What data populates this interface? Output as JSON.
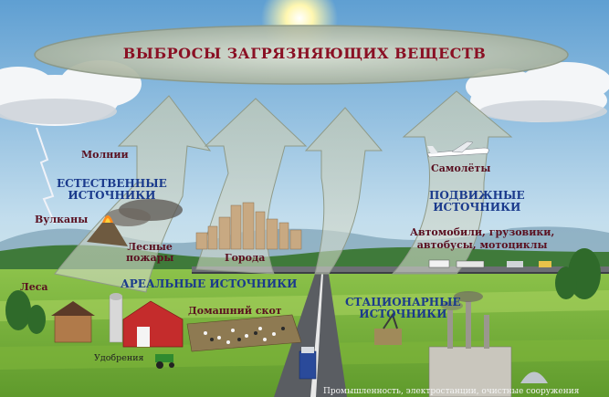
{
  "title": "ВЫБРОСЫ ЗАГРЯЗНЯЮЩИХ ВЕЩЕСТВ",
  "natural": {
    "heading_line1": "ЕСТЕСТВЕННЫЕ",
    "heading_line2": "ИСТОЧНИКИ",
    "lightning": "Молнии",
    "volcanoes": "Вулканы",
    "fires_line1": "Лесные",
    "fires_line2": "пожары",
    "forests": "Леса"
  },
  "areal": {
    "heading": "АРЕАЛЬНЫЕ ИСТОЧНИКИ",
    "cities": "Города",
    "livestock": "Домашний скот",
    "fertilizers": "Удобрения"
  },
  "mobile": {
    "heading_line1": "ПОДВИЖНЫЕ",
    "heading_line2": "ИСТОЧНИКИ",
    "planes": "Самолёты",
    "vehicles_line1": "Автомобили, грузовики,",
    "vehicles_line2": "автобусы, мотоциклы"
  },
  "stationary": {
    "heading_line1": "СТАЦИОНАРНЫЕ",
    "heading_line2": "ИСТОЧНИКИ",
    "industry": "Промышленность, электростанции, очистные сооружения"
  },
  "colors": {
    "title": "#8a1024",
    "label": "#5a1020",
    "heading": "#1a3a8c"
  }
}
